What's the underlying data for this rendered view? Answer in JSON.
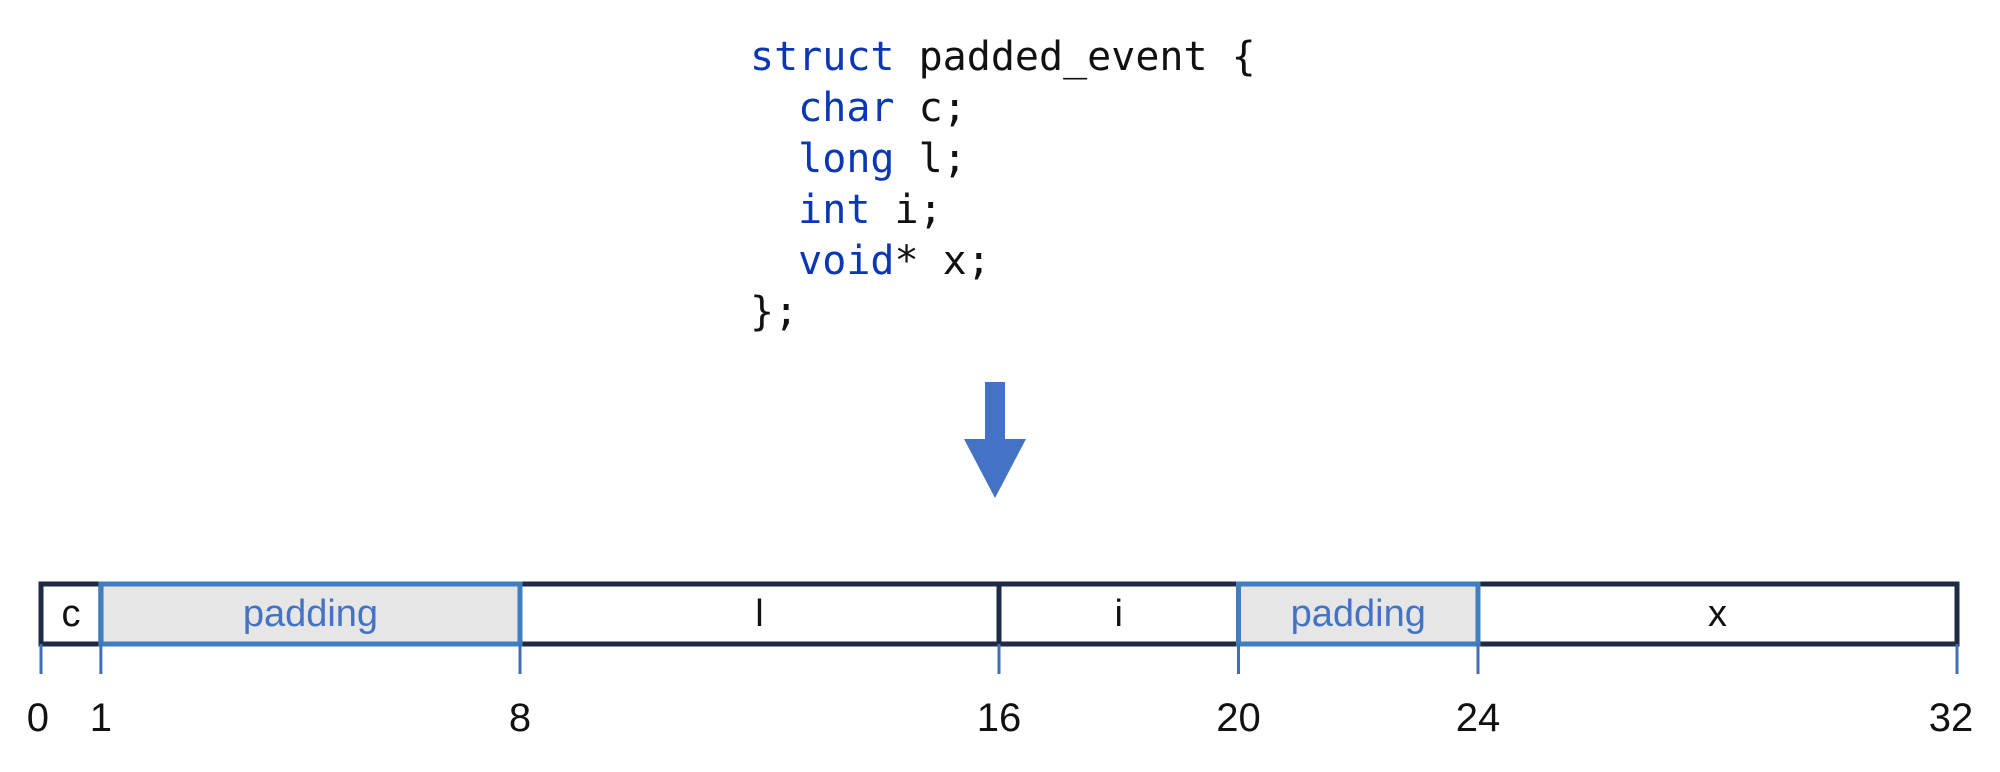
{
  "code": {
    "lines": [
      {
        "indent": "",
        "keyword": "struct",
        "rest": " padded_event {"
      },
      {
        "indent": "  ",
        "keyword": "char",
        "rest": " c;"
      },
      {
        "indent": "  ",
        "keyword": "long",
        "rest": " l;"
      },
      {
        "indent": "  ",
        "keyword": "int",
        "rest": " i;"
      },
      {
        "indent": "  ",
        "keyword": "void",
        "rest": "* x;"
      },
      {
        "indent": "",
        "keyword": "",
        "rest": "};"
      }
    ]
  },
  "colors": {
    "keyword": "#0b37b5",
    "arrow": "#4472c4",
    "field_border": "#1f2a44",
    "padding_border": "#3f7fc0",
    "padding_fill": "#e6e6e6",
    "padding_text": "#4472c4",
    "field_text": "#111111",
    "tick": "#3f6fb5"
  },
  "layout_data": {
    "total_bytes": 32,
    "segments": [
      {
        "label": "c",
        "start": 0,
        "end": 1,
        "kind": "field"
      },
      {
        "label": "padding",
        "start": 1,
        "end": 8,
        "kind": "padding"
      },
      {
        "label": "l",
        "start": 8,
        "end": 16,
        "kind": "field"
      },
      {
        "label": "i",
        "start": 16,
        "end": 20,
        "kind": "field"
      },
      {
        "label": "padding",
        "start": 20,
        "end": 24,
        "kind": "padding"
      },
      {
        "label": "x",
        "start": 24,
        "end": 32,
        "kind": "field"
      }
    ],
    "ticks": [
      {
        "value": 0,
        "label": "0"
      },
      {
        "value": 1,
        "label": "1"
      },
      {
        "value": 8,
        "label": "8"
      },
      {
        "value": 16,
        "label": "16"
      },
      {
        "value": 20,
        "label": "20"
      },
      {
        "value": 24,
        "label": "24"
      },
      {
        "value": 32,
        "label": "32"
      }
    ]
  }
}
